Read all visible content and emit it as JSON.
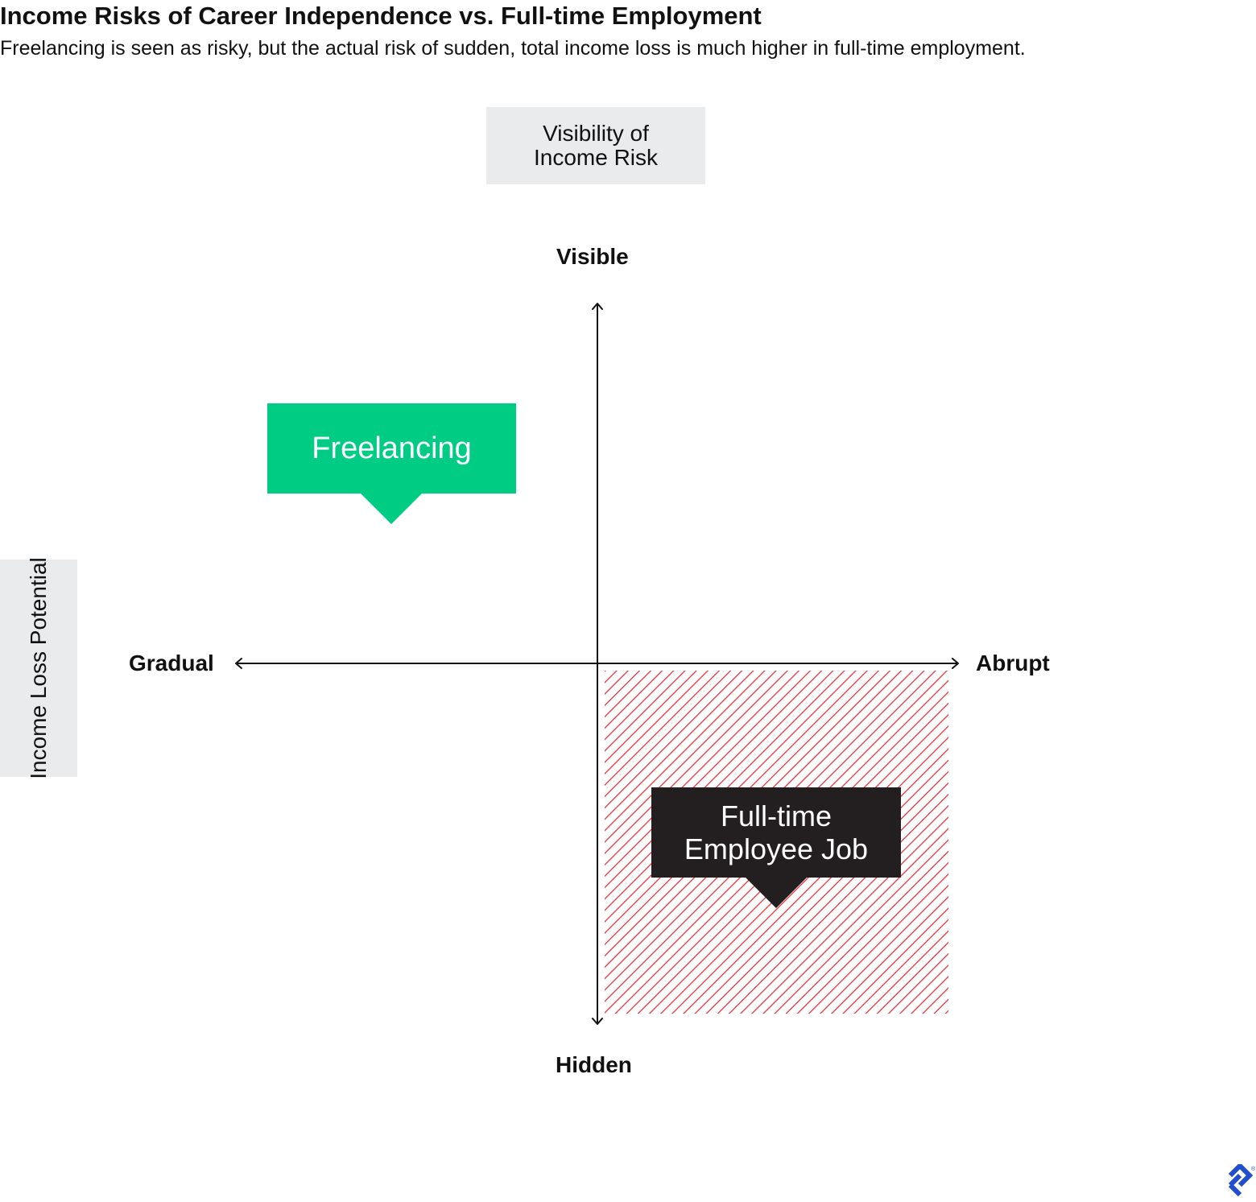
{
  "header": {
    "title": "Income Risks of Career Independence vs. Full-time Employment",
    "subtitle": "Freelancing is seen as risky, but the actual risk of sudden, total income loss is much higher in full-time employment."
  },
  "axes": {
    "vertical_label": "Visibility of\nIncome Risk",
    "horizontal_label": "Income Loss\nPotential",
    "top_pole": "Visible",
    "bottom_pole": "Hidden",
    "left_pole": "Gradual",
    "right_pole": "Abrupt"
  },
  "callouts": {
    "freelancing": "Freelancing",
    "employee": "Full-time\nEmployee Job"
  },
  "colors": {
    "freelancing": "#00cc83",
    "employee": "#231f20",
    "risk_hatch": "#e8333a",
    "axis_box": "#e9ebed",
    "logo": "#204ecf"
  },
  "icons": {
    "logo": "toptal-logo-icon"
  }
}
